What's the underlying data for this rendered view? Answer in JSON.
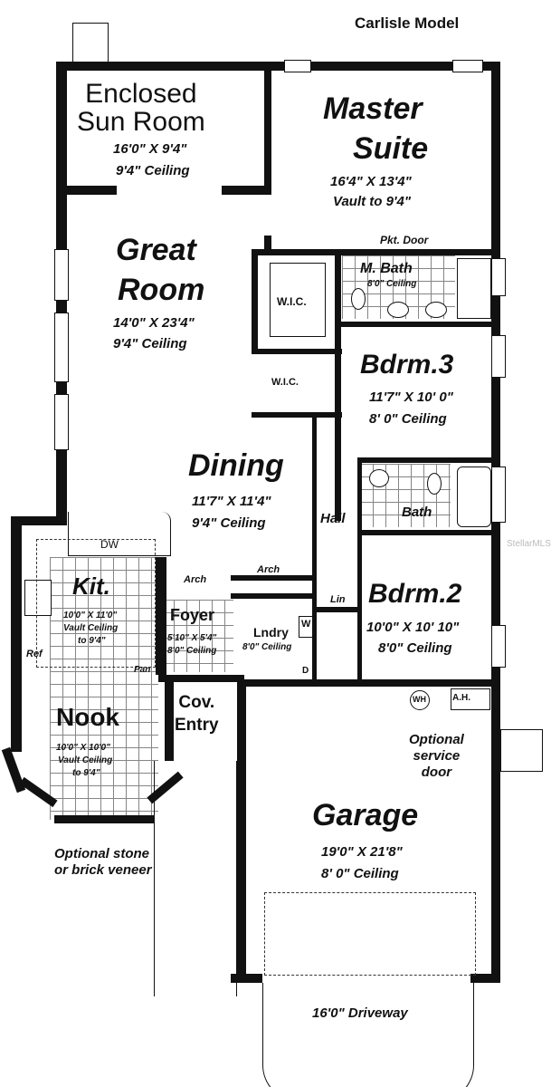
{
  "title": "Carlisle Model",
  "rooms": {
    "sun_room": {
      "name1": "Enclosed",
      "name2": "Sun Room",
      "size": "16'0\" X 9'4\"",
      "ceiling": "9'4\" Ceiling"
    },
    "master": {
      "name1": "Master",
      "name2": "Suite",
      "size": "16'4\" X 13'4\"",
      "ceiling": "Vault to 9'4\""
    },
    "pkt_door": "Pkt. Door",
    "master_bath": {
      "name": "M. Bath",
      "ceiling": "8'0\" Ceiling"
    },
    "great_room": {
      "name1": "Great",
      "name2": "Room",
      "size": "14'0\" X 23'4\"",
      "ceiling": "9'4\" Ceiling"
    },
    "wic1": "W.I.C.",
    "wic2": "W.I.C.",
    "bdrm3": {
      "name": "Bdrm.3",
      "size": "11'7\" X 10' 0\"",
      "ceiling": "8' 0\" Ceiling"
    },
    "dining": {
      "name": "Dining",
      "size": "11'7\" X 11'4\"",
      "ceiling": "9'4\" Ceiling"
    },
    "hall": "Hall",
    "bath": "Bath",
    "lin": "Lin",
    "bdrm2": {
      "name": "Bdrm.2",
      "size": "10'0\" X 10' 10\"",
      "ceiling": "8'0\" Ceiling"
    },
    "kitchen": {
      "name": "Kit.",
      "size": "10'0\" X 11'0\"",
      "ceiling1": "Vault Ceiling",
      "ceiling2": "to 9'4\"",
      "dw": "DW",
      "ref": "Ref",
      "pan": "Pan"
    },
    "arch1": "Arch",
    "arch2": "Arch",
    "foyer": {
      "name": "Foyer",
      "size": "5'10\" X 5'4\"",
      "ceiling": "8'0\" Ceiling"
    },
    "laundry": {
      "name": "Lndry",
      "ceiling": "8'0\" Ceiling",
      "w": "W",
      "d": "D"
    },
    "nook": {
      "name": "Nook",
      "size": "10'0\" X 10'0\"",
      "ceiling1": "Vault Ceiling",
      "ceiling2": "to 9'4\""
    },
    "cov_entry": {
      "name1": "Cov.",
      "name2": "Entry"
    },
    "wh": "WH",
    "ah": "A.H.",
    "service_door": {
      "l1": "Optional",
      "l2": "service",
      "l3": "door"
    },
    "garage": {
      "name": "Garage",
      "size": "19'0\" X 21'8\"",
      "ceiling": "8' 0\" Ceiling"
    },
    "veneer": {
      "l1": "Optional stone",
      "l2": "or brick veneer"
    },
    "driveway": "16'0\" Driveway"
  },
  "watermark": "StellarMLS"
}
